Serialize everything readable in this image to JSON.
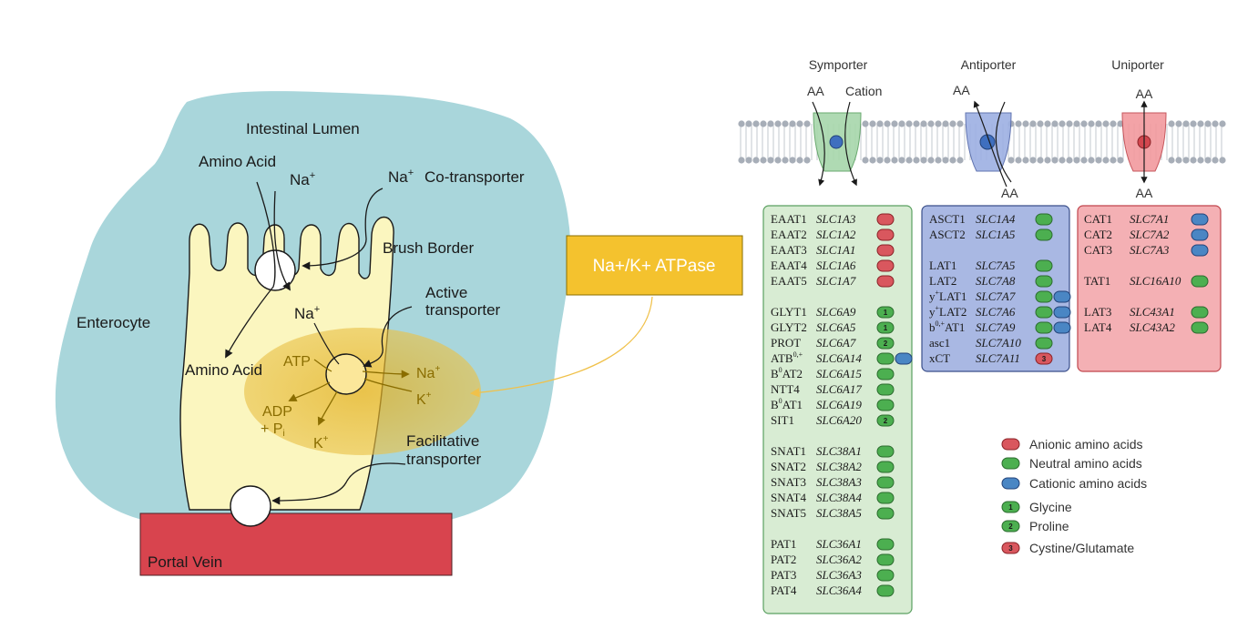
{
  "colors": {
    "lumen": "#a9d6db",
    "cell": "#fbf6bf",
    "portal": "#d8444e",
    "atpase_box": "#f4c22e",
    "gold_glow": "#e9b92a",
    "anionic": "#d9575e",
    "neutral": "#4caf50",
    "cationic": "#4a86c4",
    "green_panel": "#d8ecd3",
    "blue_panel": "#a9b8e3",
    "red_panel": "#f4b0b4"
  },
  "left": {
    "lumen_label": "Intestinal Lumen",
    "amino_acid_top": "Amino Acid",
    "na_top": "Na",
    "na_cotrans_na": "Na",
    "cotransporter": "Co-transporter",
    "brush_border": "Brush Border",
    "enterocyte": "Enterocyte",
    "na_mid": "Na",
    "active_line1": "Active",
    "active_line2": "transporter",
    "amino_acid_low": "Amino Acid",
    "atp": "ATP",
    "adp": "ADP",
    "pi": "+ P",
    "pi_sub": "i",
    "na_right": "Na",
    "k_right": "K",
    "k_low": "K",
    "facilitative_line1": "Facilitative",
    "facilitative_line2": "transporter",
    "portal_vein": "Portal Vein",
    "plus": "+",
    "atpase_label": "Na+/K+ ATPase"
  },
  "right": {
    "headers": {
      "symporter": "Symporter",
      "antiporter": "Antiporter",
      "uniporter": "Uniporter"
    },
    "membrane_labels": {
      "sym_aa": "AA",
      "sym_cation": "Cation",
      "anti_aa_top": "AA",
      "anti_aa_bottom": "AA",
      "uni_aa_top": "AA",
      "uni_aa_bottom": "AA"
    },
    "symporter_list": [
      {
        "name": "EAAT1",
        "gene": "SLC1A3",
        "pills": [
          "anionic"
        ]
      },
      {
        "name": "EAAT2",
        "gene": "SLC1A2",
        "pills": [
          "anionic"
        ]
      },
      {
        "name": "EAAT3",
        "gene": "SLC1A1",
        "pills": [
          "anionic"
        ]
      },
      {
        "name": "EAAT4",
        "gene": "SLC1A6",
        "pills": [
          "anionic"
        ]
      },
      {
        "name": "EAAT5",
        "gene": "SLC1A7",
        "pills": [
          "anionic"
        ]
      },
      {
        "gap": true
      },
      {
        "name": "GLYT1",
        "gene": "SLC6A9",
        "pills": [
          "glycine"
        ]
      },
      {
        "name": "GLYT2",
        "gene": "SLC6A5",
        "pills": [
          "glycine"
        ]
      },
      {
        "name": "PROT",
        "gene": "SLC6A7",
        "pills": [
          "proline"
        ]
      },
      {
        "name": "ATB",
        "sup": "0,+",
        "gene": "SLC6A14",
        "pills": [
          "neutral",
          "cationic"
        ]
      },
      {
        "name": "B",
        "sup": "0",
        "name2": "AT2",
        "gene": "SLC6A15",
        "pills": [
          "neutral"
        ]
      },
      {
        "name": "NTT4",
        "gene": "SLC6A17",
        "pills": [
          "neutral"
        ]
      },
      {
        "name": "B",
        "sup": "0",
        "name2": "AT1",
        "gene": "SLC6A19",
        "pills": [
          "neutral"
        ]
      },
      {
        "name": "SIT1",
        "gene": "SLC6A20",
        "pills": [
          "proline"
        ]
      },
      {
        "gap": true
      },
      {
        "name": "SNAT1",
        "gene": "SLC38A1",
        "pills": [
          "neutral"
        ]
      },
      {
        "name": "SNAT2",
        "gene": "SLC38A2",
        "pills": [
          "neutral"
        ]
      },
      {
        "name": "SNAT3",
        "gene": "SLC38A3",
        "pills": [
          "neutral"
        ]
      },
      {
        "name": "SNAT4",
        "gene": "SLC38A4",
        "pills": [
          "neutral"
        ]
      },
      {
        "name": "SNAT5",
        "gene": "SLC38A5",
        "pills": [
          "neutral"
        ]
      },
      {
        "gap": true
      },
      {
        "name": "PAT1",
        "gene": "SLC36A1",
        "pills": [
          "neutral"
        ]
      },
      {
        "name": "PAT2",
        "gene": "SLC36A2",
        "pills": [
          "neutral"
        ]
      },
      {
        "name": "PAT3",
        "gene": "SLC36A3",
        "pills": [
          "neutral"
        ]
      },
      {
        "name": "PAT4",
        "gene": "SLC36A4",
        "pills": [
          "neutral"
        ]
      }
    ],
    "antiporter_list": [
      {
        "name": "ASCT1",
        "gene": "SLC1A4",
        "pills": [
          "neutral"
        ]
      },
      {
        "name": "ASCT2",
        "gene": "SLC1A5",
        "pills": [
          "neutral"
        ]
      },
      {
        "gap": true
      },
      {
        "name": "LAT1",
        "gene": "SLC7A5",
        "pills": [
          "neutral"
        ]
      },
      {
        "name": "LAT2",
        "gene": "SLC7A8",
        "pills": [
          "neutral"
        ]
      },
      {
        "name": "y",
        "sup": "+",
        "name2": "LAT1",
        "gene": "SLC7A7",
        "pills": [
          "neutral",
          "cationic"
        ]
      },
      {
        "name": "y",
        "sup": "+",
        "name2": "LAT2",
        "gene": "SLC7A6",
        "pills": [
          "neutral",
          "cationic"
        ]
      },
      {
        "name": "b",
        "sup": "0,+",
        "name2": "AT1",
        "gene": "SLC7A9",
        "pills": [
          "neutral",
          "cationic"
        ]
      },
      {
        "name": "asc1",
        "gene": "SLC7A10",
        "pills": [
          "neutral"
        ]
      },
      {
        "name": "xCT",
        "gene": "SLC7A11",
        "pills": [
          "cystine"
        ]
      }
    ],
    "uniporter_list": [
      {
        "name": "CAT1",
        "gene": "SLC7A1",
        "pills": [
          "cationic"
        ]
      },
      {
        "name": "CAT2",
        "gene": "SLC7A2",
        "pills": [
          "cationic"
        ]
      },
      {
        "name": "CAT3",
        "gene": "SLC7A3",
        "pills": [
          "cationic"
        ]
      },
      {
        "gap": true
      },
      {
        "name": "TAT1",
        "gene": "SLC16A10",
        "pills": [
          "neutral"
        ]
      },
      {
        "gap": true
      },
      {
        "name": "LAT3",
        "gene": "SLC43A1",
        "pills": [
          "neutral"
        ]
      },
      {
        "name": "LAT4",
        "gene": "SLC43A2",
        "pills": [
          "neutral"
        ]
      }
    ],
    "legend": [
      {
        "key": "anionic",
        "label": "Anionic amino acids"
      },
      {
        "key": "neutral",
        "label": "Neutral amino acids"
      },
      {
        "key": "cationic",
        "label": "Cationic amino acids"
      },
      {
        "key": "glycine",
        "label": "Glycine",
        "num": "1"
      },
      {
        "key": "proline",
        "label": "Proline",
        "num": "2"
      },
      {
        "key": "cystine",
        "label": "Cystine/Glutamate",
        "num": "3"
      }
    ]
  }
}
